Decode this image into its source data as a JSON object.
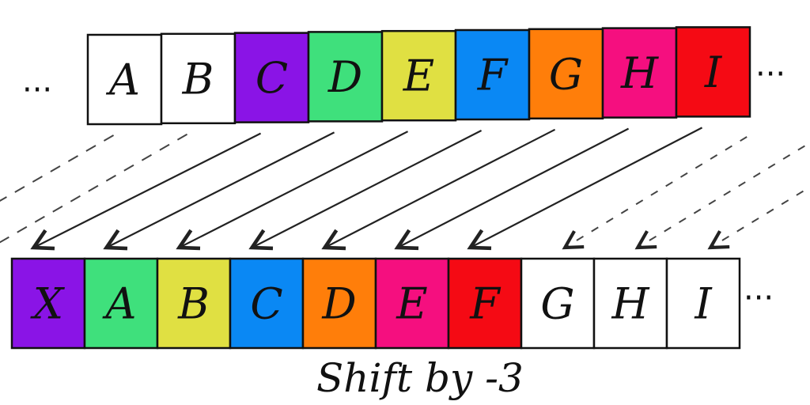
{
  "top_row": {
    "cells": [
      {
        "letter": "A",
        "color": "#ffffff"
      },
      {
        "letter": "B",
        "color": "#ffffff"
      },
      {
        "letter": "C",
        "color": "#8a14e6"
      },
      {
        "letter": "D",
        "color": "#3fe07c"
      },
      {
        "letter": "E",
        "color": "#e0e042"
      },
      {
        "letter": "F",
        "color": "#0a88f4"
      },
      {
        "letter": "G",
        "color": "#ff7e0a"
      },
      {
        "letter": "H",
        "color": "#f50f7f"
      },
      {
        "letter": "I",
        "color": "#f50a14"
      }
    ],
    "left_ellipsis": "···",
    "right_ellipsis": "···"
  },
  "bottom_row": {
    "cells": [
      {
        "letter": "X",
        "color": "#8a14e6"
      },
      {
        "letter": "A",
        "color": "#3fe07c"
      },
      {
        "letter": "B",
        "color": "#e0e042"
      },
      {
        "letter": "C",
        "color": "#0a88f4"
      },
      {
        "letter": "D",
        "color": "#ff7e0a"
      },
      {
        "letter": "E",
        "color": "#f50f7f"
      },
      {
        "letter": "F",
        "color": "#f50a14"
      },
      {
        "letter": "G",
        "color": "#ffffff"
      },
      {
        "letter": "H",
        "color": "#ffffff"
      },
      {
        "letter": "I",
        "color": "#ffffff"
      }
    ],
    "right_ellipsis": "···"
  },
  "shift": -3,
  "caption": "Shift by -3"
}
